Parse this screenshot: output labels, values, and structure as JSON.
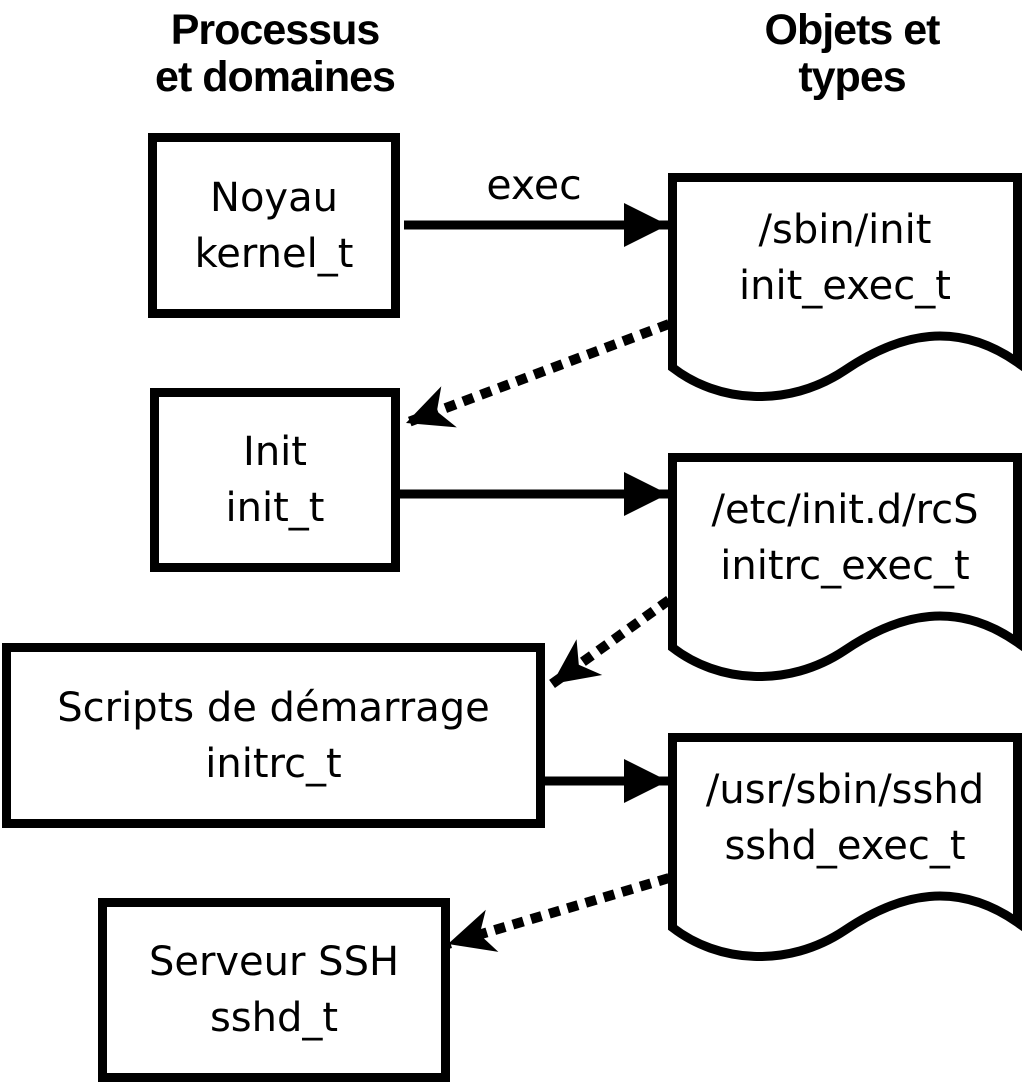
{
  "headers": {
    "left": {
      "line1": "Processus",
      "line2": "et domaines"
    },
    "right": {
      "line1": "Objets et",
      "line2": "types"
    }
  },
  "process_boxes": [
    {
      "name": "Noyau",
      "type": "kernel_t"
    },
    {
      "name": "Init",
      "type": "init_t"
    },
    {
      "name": "Scripts de démarrage",
      "type": "initrc_t"
    },
    {
      "name": "Serveur SSH",
      "type": "sshd_t"
    }
  ],
  "object_docs": [
    {
      "path": "/sbin/init",
      "type": "init_exec_t"
    },
    {
      "path": "/etc/init.d/rcS",
      "type": "initrc_exec_t"
    },
    {
      "path": "/usr/sbin/sshd",
      "type": "sshd_exec_t"
    }
  ],
  "arrows": {
    "exec_label": "exec",
    "edges": [
      {
        "from": "Noyau (kernel_t)",
        "to": "/sbin/init (init_exec_t)",
        "style": "solid",
        "label": "exec"
      },
      {
        "from": "/sbin/init (init_exec_t)",
        "to": "Init (init_t)",
        "style": "dotted"
      },
      {
        "from": "Init (init_t)",
        "to": "/etc/init.d/rcS (initrc_exec_t)",
        "style": "solid"
      },
      {
        "from": "/etc/init.d/rcS (initrc_exec_t)",
        "to": "Scripts de démarrage (initrc_t)",
        "style": "dotted"
      },
      {
        "from": "Scripts de démarrage (initrc_t)",
        "to": "/usr/sbin/sshd (sshd_exec_t)",
        "style": "solid"
      },
      {
        "from": "/usr/sbin/sshd (sshd_exec_t)",
        "to": "Serveur SSH (sshd_t)",
        "style": "dotted"
      }
    ]
  },
  "colors": {
    "ink": "#000000",
    "background": "#ffffff"
  }
}
